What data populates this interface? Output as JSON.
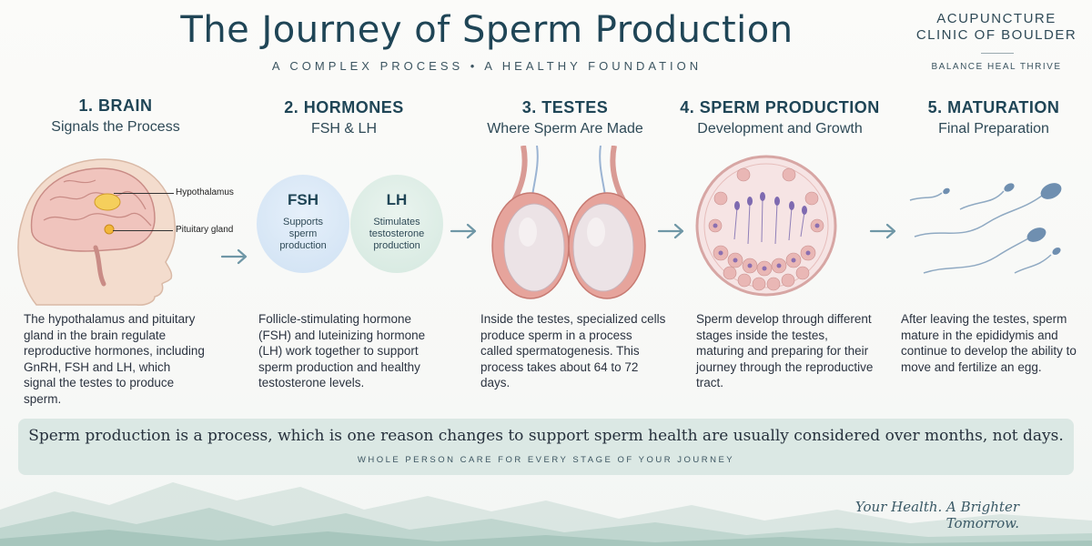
{
  "header": {
    "title": "The Journey of Sperm Production",
    "subtitle": "A COMPLEX PROCESS • A HEALTHY FOUNDATION"
  },
  "clinic": {
    "name_line1": "ACUPUNCTURE",
    "name_line2": "CLINIC OF BOULDER",
    "tagline": "BALANCE  HEAL  THRIVE"
  },
  "stages": [
    {
      "title": "1. BRAIN",
      "subtitle": "Signals the Process",
      "description": "The hypothalamus and pituitary gland in the brain regulate reproductive hormones, including GnRH, FSH and LH, which signal the testes to produce sperm.",
      "labels": [
        "Hypothalamus",
        "Pituitary gland"
      ]
    },
    {
      "title": "2. HORMONES",
      "subtitle": "FSH & LH",
      "description": "Follicle-stimulating hormone (FSH) and luteinizing hormone (LH) work together to support sperm production and healthy testosterone levels."
    },
    {
      "title": "3. TESTES",
      "subtitle": "Where Sperm Are Made",
      "description": "Inside the testes, specialized cells produce sperm in a process called spermatogenesis. This process takes about 64 to 72 days."
    },
    {
      "title": "4. SPERM PRODUCTION",
      "subtitle": "Development and Growth",
      "description": "Sperm develop through different stages inside the testes, maturing and preparing for their journey through the reproductive tract."
    },
    {
      "title": "5. MATURATION",
      "subtitle": "Final Preparation",
      "description": "After leaving the testes, sperm mature in the epididymis and continue to develop the ability to move and fertilize an egg."
    }
  ],
  "hormones": [
    {
      "name": "FSH",
      "desc_line1": "Supports",
      "desc_line2": "sperm",
      "desc_line3": "production",
      "color": "#d6e6f5"
    },
    {
      "name": "LH",
      "desc_line1": "Stimulates",
      "desc_line2": "testosterone",
      "desc_line3": "production",
      "color": "#dcece6"
    }
  ],
  "banner": {
    "main": "Sperm production is a process, which is one reason changes to support sperm health are usually considered over months, not days.",
    "sub": "WHOLE PERSON CARE FOR EVERY STAGE OF YOUR JOURNEY"
  },
  "footer": {
    "slogan": "Your Health. A Brighter Tomorrow."
  },
  "colors": {
    "accent": "#1f4556",
    "arrow": "#6f97a6",
    "banner": "#dbe8e4"
  }
}
